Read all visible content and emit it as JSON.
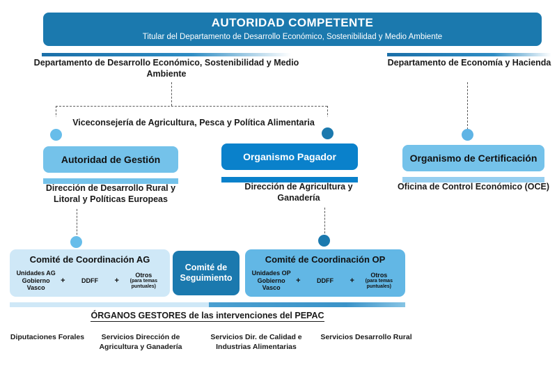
{
  "banner": {
    "title": "AUTORIDAD COMPETENTE",
    "subtitle": "Titular del Departamento de Desarrollo Económico, Sostenibilidad y Medio Ambiente"
  },
  "departments": {
    "left": "Departamento de Desarrollo Económico, Sostenibilidad y Medio Ambiente",
    "right": "Departamento de Economía y Hacienda"
  },
  "viceconsejeria": {
    "label": "Viceconsejería de Agricultura, Pesca y Política Alimentaria"
  },
  "roles": [
    {
      "name": "Autoridad de Gestión",
      "sub": "Dirección de Desarrollo Rural y Litoral y Políticas Europeas",
      "color": "#74c2ea"
    },
    {
      "name": "Organismo Pagador",
      "sub": "Dirección de Agricultura y Ganadería",
      "color": "#0a81cb"
    },
    {
      "name": "Organismo de Certificación",
      "sub": "Oficina de Control Económico (OCE)",
      "color": "#74c2ea"
    }
  ],
  "committees": {
    "ag": {
      "title": "Comité de Coordinación AG",
      "members": [
        {
          "line1": "Unidades AG",
          "line2": "Gobierno Vasco"
        },
        {
          "line1": "DDFF",
          "line2": ""
        },
        {
          "line1": "Otros",
          "line2": "(para temas puntuales)"
        }
      ],
      "separator": "+"
    },
    "seguimiento": {
      "title": "Comité de Seguimiento"
    },
    "op": {
      "title": "Comité de Coordinación OP",
      "members": [
        {
          "line1": "Unidades OP",
          "line2": "Gobierno Vasco"
        },
        {
          "line1": "DDFF",
          "line2": ""
        },
        {
          "line1": "Otros",
          "line2": "(para temas puntuales)"
        }
      ],
      "separator": "+"
    }
  },
  "organos": {
    "heading": "ÓRGANOS GESTORES de las intervenciones del PEPAC",
    "items": [
      "Diputaciones Forales",
      "Servicios Dirección de Agricultura y Ganadería",
      "Servicios Dir. de Calidad e Industrias Alimentarias",
      "Servicios Desarrollo Rural"
    ]
  },
  "colors": {
    "primary_blue": "#1b79ae",
    "mid_blue": "#0a81cb",
    "light_blue": "#74c2ea",
    "pale_blue": "#cfe8f7"
  }
}
